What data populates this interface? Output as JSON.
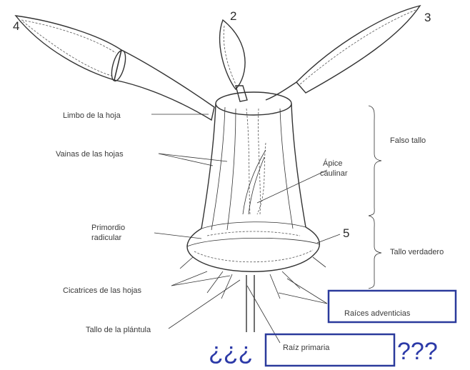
{
  "leaf_numbers": {
    "n4": "4",
    "n2": "2",
    "n3": "3",
    "n5": "5"
  },
  "labels": {
    "limbo": "Limbo de la hoja",
    "vainas": "Vainas de las hojas",
    "apice_1": "Ápice",
    "apice_2": "caulinar",
    "primordio_1": "Primordio",
    "primordio_2": "radicular",
    "cicatrices": "Cicatrices de las hojas",
    "tallo_plantula": "Tallo de la plántula",
    "falso_tallo": "Falso tallo",
    "tallo_verdadero": "Tallo verdadero",
    "raices_adventicias": "Raíces adventicias",
    "raiz_primaria": "Raíz primaria"
  },
  "annotations": {
    "left_marks": "¿¿¿",
    "right_marks": "???"
  },
  "colors": {
    "annotation_blue": "#2b3a9c",
    "ink": "#333333"
  }
}
